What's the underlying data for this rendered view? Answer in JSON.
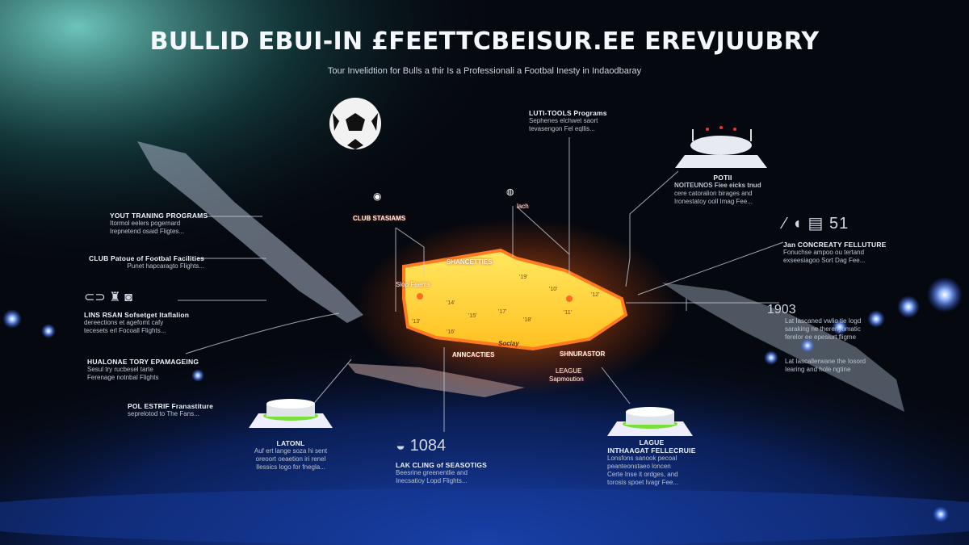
{
  "header": {
    "title": "BULLID EBUI-IN £FEETTCBEISUR.EE  EREVJUUBRY",
    "subtitle": "Tour Invelidtion for Bulls a thir Is a Professionali a Footbal Inesty in Indaodbaray"
  },
  "colors": {
    "background": "#05080f",
    "accent_teal": "#6fe3d6",
    "accent_blue": "#1e4fd6",
    "map_glow": "#ffd23a",
    "map_edge": "#ff6a1a",
    "pitch_green": "#7be03a"
  },
  "callouts_left": [
    {
      "title": "YOUT TRANING PROGRAMS",
      "lines": [
        "Itormol eelers pogernard",
        "Irepnetend osaid Fligtes..."
      ]
    },
    {
      "title": "CLUB Patoue of Footbal Facilities",
      "lines": [
        "Punet hapcaragto Flights..."
      ]
    },
    {
      "title": "LINS RSAN Sofsetget Itaflalion",
      "lines": [
        "dereections et agefomt cafy",
        "tecesets erl Focoall Flights..."
      ]
    },
    {
      "title": "HUALONAE TORY EPAMAGEING",
      "lines": [
        "Sesul try rucbesel tarte",
        "Ferenage notnbal Flights"
      ]
    },
    {
      "title": "POL ESTRIF Franastiture",
      "lines": [
        "seprelotod to The Fans..."
      ]
    }
  ],
  "callout_top": {
    "title": "LUTI-TOOLS Programs",
    "lines": [
      "Sephenes elchwet saort",
      "tevasengon Fel eqllis..."
    ]
  },
  "callout_stadium_top": {
    "title": "POTII",
    "subtitle": "NOITEUNOS Fiee eicks tnud",
    "lines": [
      "cere catoralion birages and",
      "Ironestatoy ooll Imag Fee..."
    ]
  },
  "callout_right": {
    "icon_text": "51",
    "title": "Jan CONCREATY FELLUTURE",
    "lines": [
      "Fonuchse ampoo ou tertand",
      "exseesiagoo Sort Dag Fee..."
    ]
  },
  "callout_right2": {
    "number": "1903",
    "lines": [
      "Lat Iascaned vwlio tie Iogd",
      "saraking ne therenyomatic",
      "ferelor ee epesiurt fligme"
    ],
    "lines2": [
      "Lat Iascallerwane the Iosord",
      "Iearing and hole ngtine"
    ]
  },
  "map_labels": {
    "club_stadiums": "CLUB STASIAMS",
    "lach": "lach",
    "shancetties": "SHANCETTIES",
    "slop_faems": "Slop Faems",
    "annacaties": "ANNCACTIES",
    "sociay": "Sociay",
    "shnurastor": "SHNURASTOR",
    "league": "LEAGUE",
    "sapmoution": "Sapmoution"
  },
  "map_numbers": [
    "'13'",
    "'14'",
    "'15'",
    "'16'",
    "'17'",
    "'18'",
    "'19'",
    "'10'",
    "'11'",
    "'12'"
  ],
  "callouts_bottom": [
    {
      "title": "LATONL",
      "lines": [
        "Auf ert lange soza hi sent",
        "oreoort oeaetion iri renel",
        "Ilessics logo for fnegla..."
      ]
    },
    {
      "number": "1084",
      "title": "LAK CLING of SEASOTIGS",
      "lines": [
        "Beesrine greenentlie and",
        "Inecsatioy Lopd Flights..."
      ]
    },
    {
      "title": "LAGUE",
      "subtitle": "INTHAAGAT FELLECRUIE",
      "lines": [
        "Lonsfons sanook pecoal",
        "peanteonstaeo loncen",
        "Certe Inse it ordges, and",
        "torosis spoet Ivagr Fee..."
      ]
    }
  ]
}
